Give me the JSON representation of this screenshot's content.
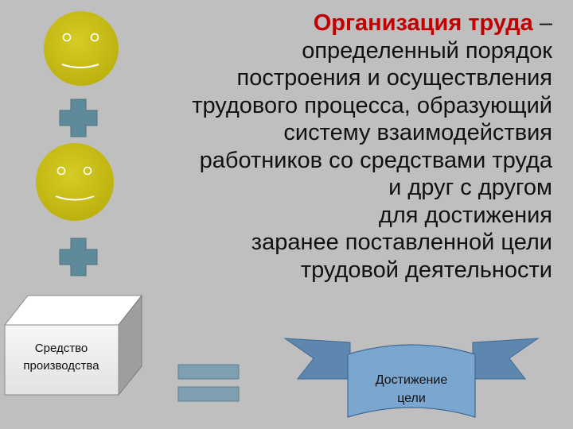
{
  "title": {
    "head": "Организация труда",
    "dash": " –",
    "lines": [
      "определенный порядок",
      "построения и осуществления",
      "трудового процесса, образующий",
      "систему взаимодействия",
      "работников со средствами труда",
      "и друг с другом",
      "для достижения",
      "заранее поставленной цели",
      "трудовой деятельности"
    ]
  },
  "box_label": [
    "Средство",
    "производства"
  ],
  "banner_label": [
    "Достижение",
    "цели"
  ],
  "colors": {
    "background": "#bfbfbf",
    "face": "#ccc21a",
    "plus": "#5f8a9a",
    "equals": "#7e9fb0",
    "banner": "#7ba6cf",
    "title_accent": "#c00000"
  },
  "icons": [
    "smiley-icon",
    "smiley-icon",
    "plus-icon",
    "plus-icon",
    "cube-icon",
    "equals-icon",
    "ribbon-banner-icon"
  ]
}
